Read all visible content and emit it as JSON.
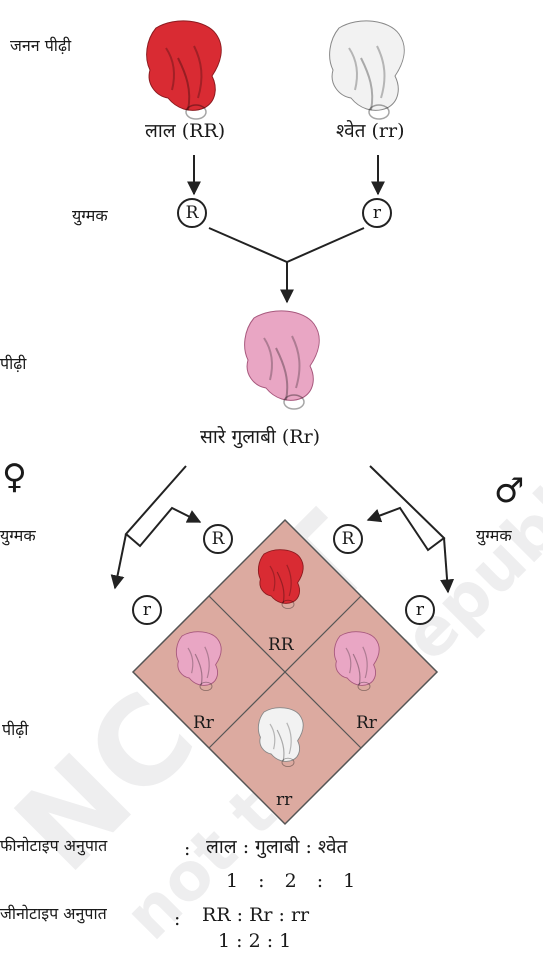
{
  "labels": {
    "parent_generation": "जनन पीढ़ी",
    "gametes_left": "युग्मक",
    "f1_generation": "पीढ़ी",
    "gametes_female": "युग्मक",
    "gametes_male": "युग्मक",
    "f2_generation": "पीढ़ी"
  },
  "parents": {
    "red": "लाल (RR)",
    "white": "श्वेत (rr)"
  },
  "gametes": {
    "parent_red": "R",
    "parent_white": "r",
    "female_R": "R",
    "female_r": "r",
    "male_R": "R",
    "male_r": "r"
  },
  "f1": {
    "label": "सारे गुलाबी (Rr)"
  },
  "symbols": {
    "female": "♀",
    "male": "♂"
  },
  "punnett": {
    "top": "RR",
    "left": "Rr",
    "right": "Rr",
    "bottom": "rr"
  },
  "ratios": {
    "phenotype": {
      "label": "फीनोटाइप अनुपात",
      "colon": ":",
      "text": "लाल : गुलाबी : श्वेत",
      "values": "1 : 2 : 1"
    },
    "genotype": {
      "label": "जीनोटाइप अनुपात",
      "colon": ":",
      "text": "RR : Rr : rr",
      "values": "1 : 2 : 1"
    }
  },
  "watermark": {
    "line1": "NCERT",
    "line2": "not to be republished"
  },
  "colors": {
    "red_flower": "#d92b33",
    "pink_flower": "#e9a6c4",
    "white_flower": "#f0f0f0",
    "punnett_fill": "#dcaaa0"
  }
}
